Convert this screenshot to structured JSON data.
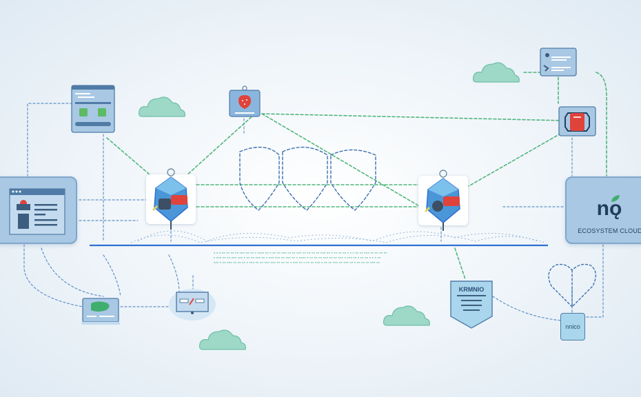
{
  "diagram": {
    "title_logo": {
      "mark": "nǫ",
      "caption": "ECOSYSTEM CLOUD"
    },
    "document_node": {
      "label": "KRMNIO"
    },
    "small_box_node": {
      "label": "nnico"
    },
    "bus_annotation": [
      "a a a ee ee ee ee eee ee ee e eeee ee e ee ee eee ee ee eee ee ee ee ee eee ee e ee ee ee e e e ee ee eee ee ee ee ee",
      "e eee ee ee eee eee e ee ee eee ee e eee eee ee eee ee e eeee e ee ee ee eee ee ee eee e eee ee e ee ee e e e ee",
      "eee e ee eee ee ee ee e eee ee ee eee eee ee ee ee e eee ee e ee ee eee e ee ee eee ee eee ee e ee ee ee eee ee"
    ],
    "colors": {
      "accent_blue": "#2f6fd0",
      "link_blue": "#3b6fb0",
      "link_green": "#3fae6e",
      "cloud": "#9ed8c6",
      "panel": "#a9c8e4",
      "shield_red": "#e0433a"
    },
    "icons": {
      "left_panel": "profile-window-icon",
      "top_left_device": "tablet-app-icon",
      "top_tag": "strawberry-tag-icon",
      "hub_left": "security-shield-lock-icon",
      "hub_right": "security-shield-lock-icon",
      "top_right_card": "user-list-icon",
      "top_right_badge": "red-badge-icon",
      "laptop": "laptop-map-icon",
      "switch": "network-switch-icon",
      "heart": "heart-outline-icon"
    }
  }
}
